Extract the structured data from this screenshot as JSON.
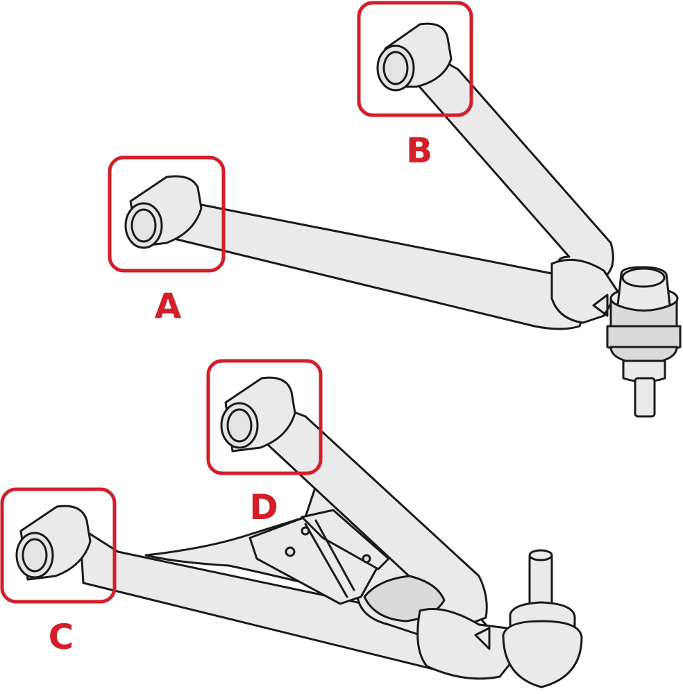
{
  "labels": {
    "a": "A",
    "b": "B",
    "c": "C",
    "d": "D"
  },
  "colors": {
    "highlight": "#d31f2a",
    "part_fill": "#eaeaeb",
    "outline": "#1a1a1a"
  }
}
